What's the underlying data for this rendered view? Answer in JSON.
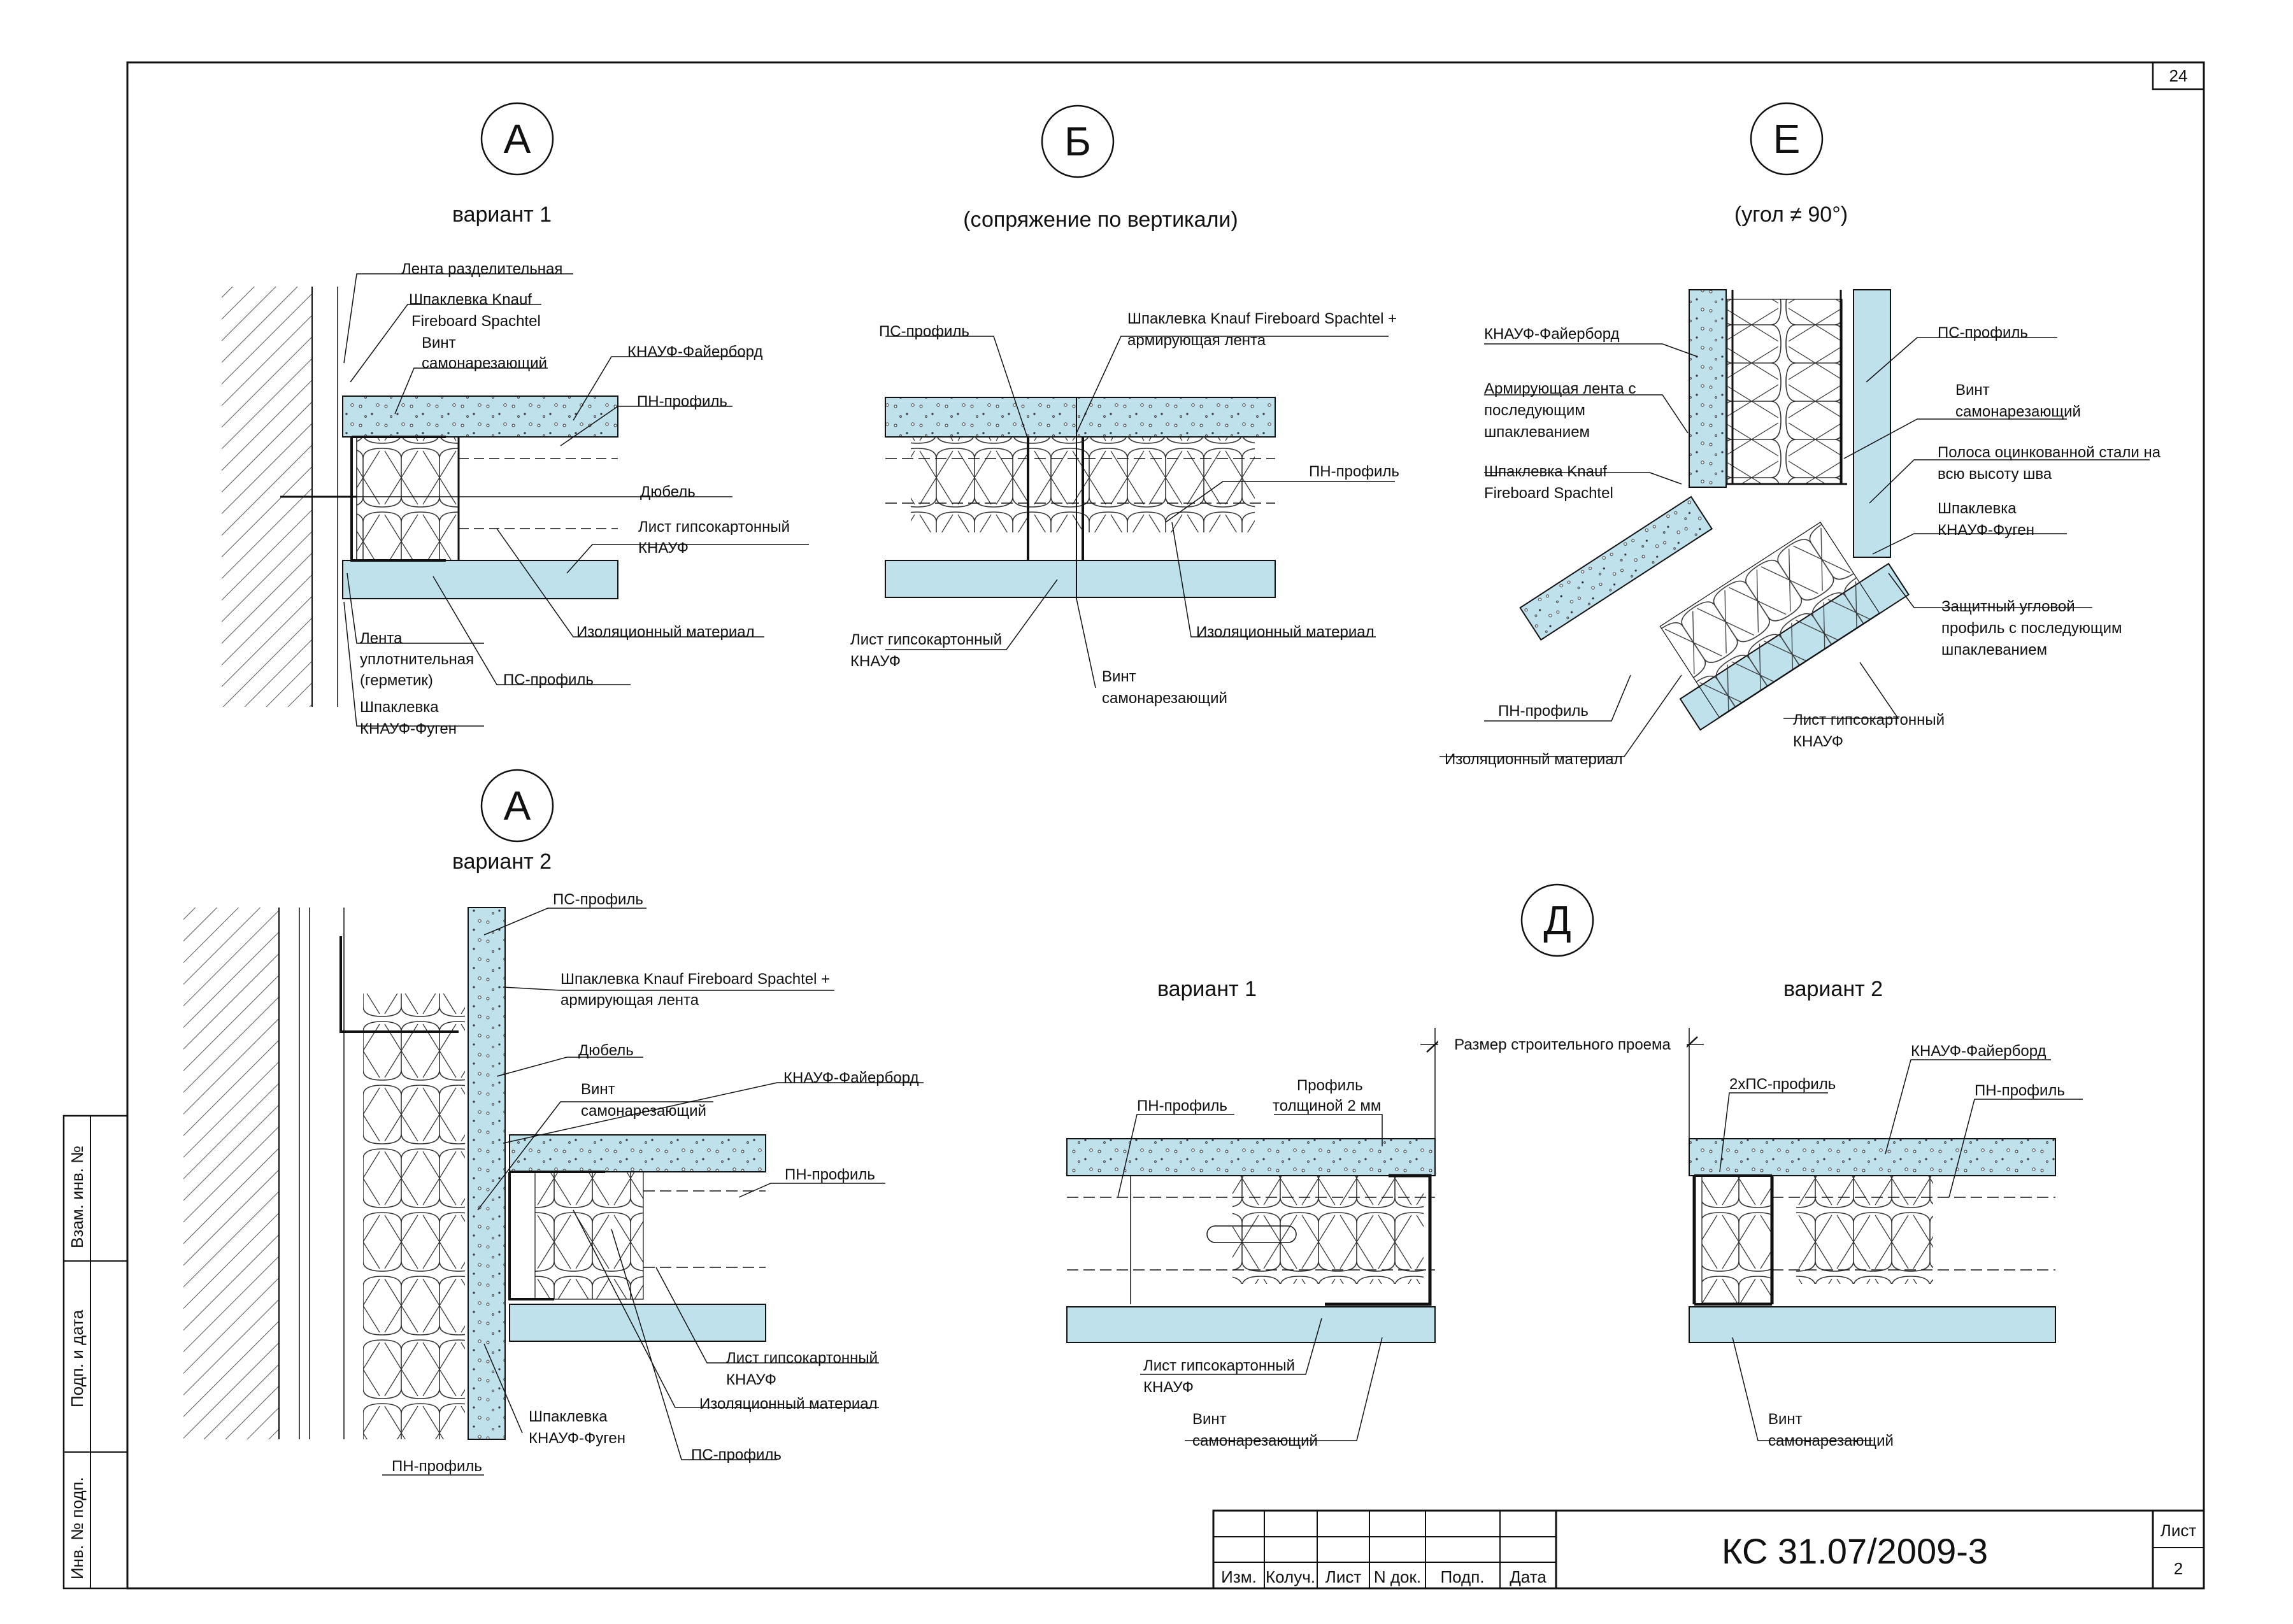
{
  "sheet": {
    "page_number": "24",
    "document_code": "КС 31.07/2009-3",
    "list_label": "Лист",
    "list_number": "2",
    "title_block_columns": [
      "Изм.",
      "Колуч.",
      "Лист",
      "N док.",
      "Подп.",
      "Дата"
    ],
    "side_stamps": [
      "Взам. инв. №",
      "Подп. и дата",
      "Инв. № подп."
    ]
  },
  "details": {
    "a1": {
      "marker": "А",
      "subtitle": "вариант 1"
    },
    "b": {
      "marker": "Б",
      "subtitle": "(сопряжение по вертикали)"
    },
    "e": {
      "marker": "Е",
      "subtitle": "(угол ≠ 90°)"
    },
    "a2": {
      "marker": "А",
      "subtitle": "вариант 2"
    },
    "d": {
      "marker": "Д",
      "subtitle_v1": "вариант 1",
      "subtitle_v2": "вариант 2"
    }
  },
  "labels": {
    "a1": {
      "lenta_razd": "Лента разделительная",
      "shpakl_knauf": "Шпаклевка Knauf",
      "fireboard_spachtel": "Fireboard Spachtel",
      "vint": "Винт",
      "samonarez": "самонарезающий",
      "fireboard": "КНАУФ-Файерборд",
      "pn": "ПН-профиль",
      "dyubel": "Дюбель",
      "list_gk": "Лист гипсокартонный",
      "knauf": "КНАУФ",
      "izol": "Изоляционный материал",
      "lenta": "Лента",
      "uplotn": "уплотнительная",
      "germetik": "(герметик)",
      "ps": "ПС-профиль",
      "shpakl": "Шпаклевка",
      "fugen": "КНАУФ-Фуген"
    },
    "b": {
      "ps": "ПС-профиль",
      "shpakl_line1": "Шпаклевка Knauf Fireboard Spachtel +",
      "shpakl_line2": "армирующая лента",
      "pn": "ПН-профиль",
      "list_gk": "Лист гипсокартонный",
      "knauf": "КНАУФ",
      "izol": "Изоляционный материал",
      "vint": "Винт",
      "samonarez": "самонарезающий"
    },
    "e": {
      "fireboard": "КНАУФ-Файерборд",
      "arm1": "Армирующая лента с",
      "arm2": "последующим",
      "arm3": "шпаклеванием",
      "shpakl_knauf": "Шпаклевка Knauf",
      "fireboard_spachtel": "Fireboard Spachtel",
      "ps": "ПС-профиль",
      "vint": "Винт",
      "samonarez": "самонарезающий",
      "polosa1": "Полоса оцинкованной стали на",
      "polosa2": "всю высоту шва",
      "shpakl": "Шпаклевка",
      "fugen": "КНАУФ-Фуген",
      "zash1": "Защитный угловой",
      "zash2": "профиль с последующим",
      "zash3": "шпаклеванием",
      "pn": "ПН-профиль",
      "list_gk": "Лист гипсокартонный",
      "knauf": "КНАУФ",
      "izol": "Изоляционный материал"
    },
    "a2": {
      "ps_top": "ПС-профиль",
      "shpakl_line1": "Шпаклевка Knauf Fireboard Spachtel +",
      "shpakl_line2": "армирующая лента",
      "dyubel": "Дюбель",
      "vint": "Винт",
      "samonarez": "самонарезающий",
      "fireboard": "КНАУФ-Файерборд",
      "pn_right": "ПН-профиль",
      "list_gk": "Лист гипсокартонный",
      "knauf": "КНАУФ",
      "izol": "Изоляционный материал",
      "shpakl": "Шпаклевка",
      "fugen": "КНАУФ-Фуген",
      "ps_bottom": "ПС-профиль",
      "pn_bottom": "ПН-профиль"
    },
    "d": {
      "razmer": "Размер строительного проема",
      "pn_v1": "ПН-профиль",
      "profil": "Профиль",
      "tolshch": "толщиной  2 мм",
      "list_gk": "Лист гипсокартонный",
      "knauf": "КНАУФ",
      "vint_v1": "Винт",
      "samonarez_v1": "самонарезающий",
      "dps": "2хПС-профиль",
      "fireboard": "КНАУФ-Файерборд",
      "pn_v2": "ПН-профиль",
      "vint_v2": "Винт",
      "samonarez_v2": "самонарезающий"
    }
  },
  "colors": {
    "board_fill": "#bfe1ec",
    "line": "#111111",
    "hatch": "#555555"
  }
}
